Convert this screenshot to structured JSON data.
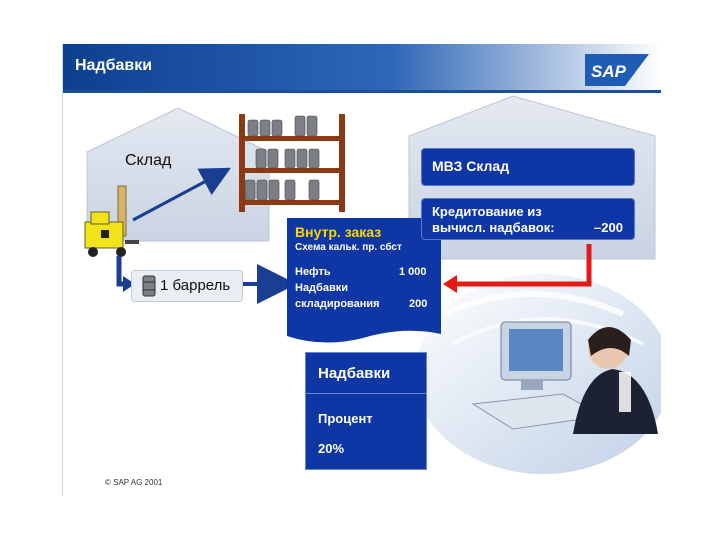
{
  "header": {
    "title": "Надбавки",
    "logo_text": "SAP"
  },
  "warehouse": {
    "label": "Склад"
  },
  "barrel_box": {
    "label": "1 баррель"
  },
  "mvz": {
    "title": "МВЗ Склад",
    "credit_line1": "Кредитование из",
    "credit_line2": "вычисл. надбавок:",
    "credit_value": "–200"
  },
  "order": {
    "title": "Внутр. заказ",
    "subtitle": "Схема кальк. пр. сбст",
    "oil_label": "Нефть",
    "oil_value": "1 000",
    "surcharge_line1": "Надбавки",
    "surcharge_line2": "складирования",
    "surcharge_value": "200"
  },
  "surcharge_panel": {
    "title": "Надбавки",
    "percent_label": "Процент",
    "percent_value": "20%"
  },
  "footer": {
    "copyright": "© SAP AG 2001"
  },
  "colors": {
    "sap_blue": "#0f3a98",
    "header_dark": "#0d3f8f",
    "red_arrow": "#e41b13",
    "house_fill": "#d6deea"
  }
}
